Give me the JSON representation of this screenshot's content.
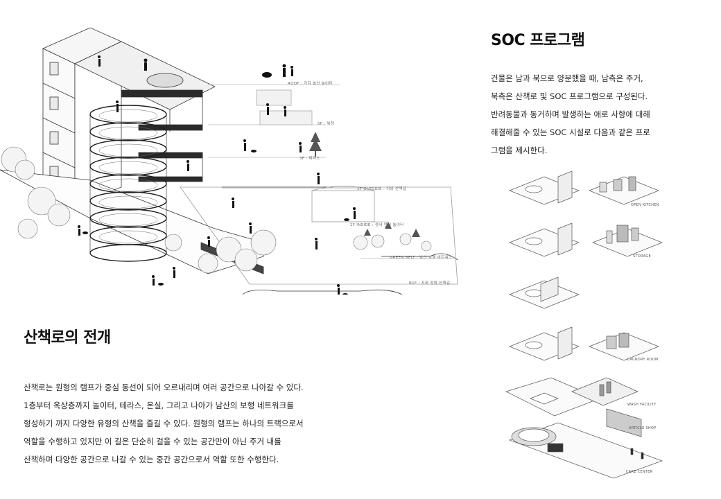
{
  "soc_section": {
    "title": "SOC 프로그램",
    "paragraph_lines": [
      "건물은 남과 북으로 양분했을 때, 남측은 주거,",
      "북측은 산책로 및 SOC 프로그램으로 구성된다.",
      "반려동물과 동거하며 발생하는 애로 사항에 대해",
      "해결해줄 수 있는 SOC 시설로 다음과 같은 프로",
      "그램을 제시한다."
    ]
  },
  "walk_section": {
    "title": "산책로의 전개",
    "paragraph_lines": [
      "산책로는 원형의 램프가 중심 동선이 되어 오르내리며 여러 공간으로 나아갈 수 있다.",
      "1층부터 옥상층까지 놀이터, 테라스, 온실, 그리고 나아가 남산의 보행 네트워크를",
      "형성하기 까지 다양한 유형의 산책을 즐길 수 있다. 원형의 램프는 하나의 트랙으로서",
      "역할을 수행하고 있지만 이 길은 단순히 걸을 수 있는 공간만이 아닌 주거 내를",
      "산책하며 다양한 공간으로 나갈 수 있는 중간 공간으로서 역할 또한 수행한다."
    ]
  },
  "section_labels": {
    "roof": "ROOF : 가지 복신 놀이터",
    "fifth": "5F : 복정",
    "third": "3F : 테라스",
    "first_outside": "1F OUTSIDE : 이외 산책길",
    "first_inside": "1F INSIDE : 정내 연실 놀이터",
    "greenbelt": "GREEN BELT : 남산 보행 네트워크",
    "basement": "B1F : 지하 정원 산책길"
  },
  "program_labels": {
    "open_kitchen": "OPEN KITCHEN",
    "storage": "STORAGE",
    "laundry_room": "LAUNDRY ROOM",
    "wash_facility": "WASH FACILITY",
    "article_shop": "ARTICLE SHOP",
    "care_center": "CARE CENTER"
  }
}
